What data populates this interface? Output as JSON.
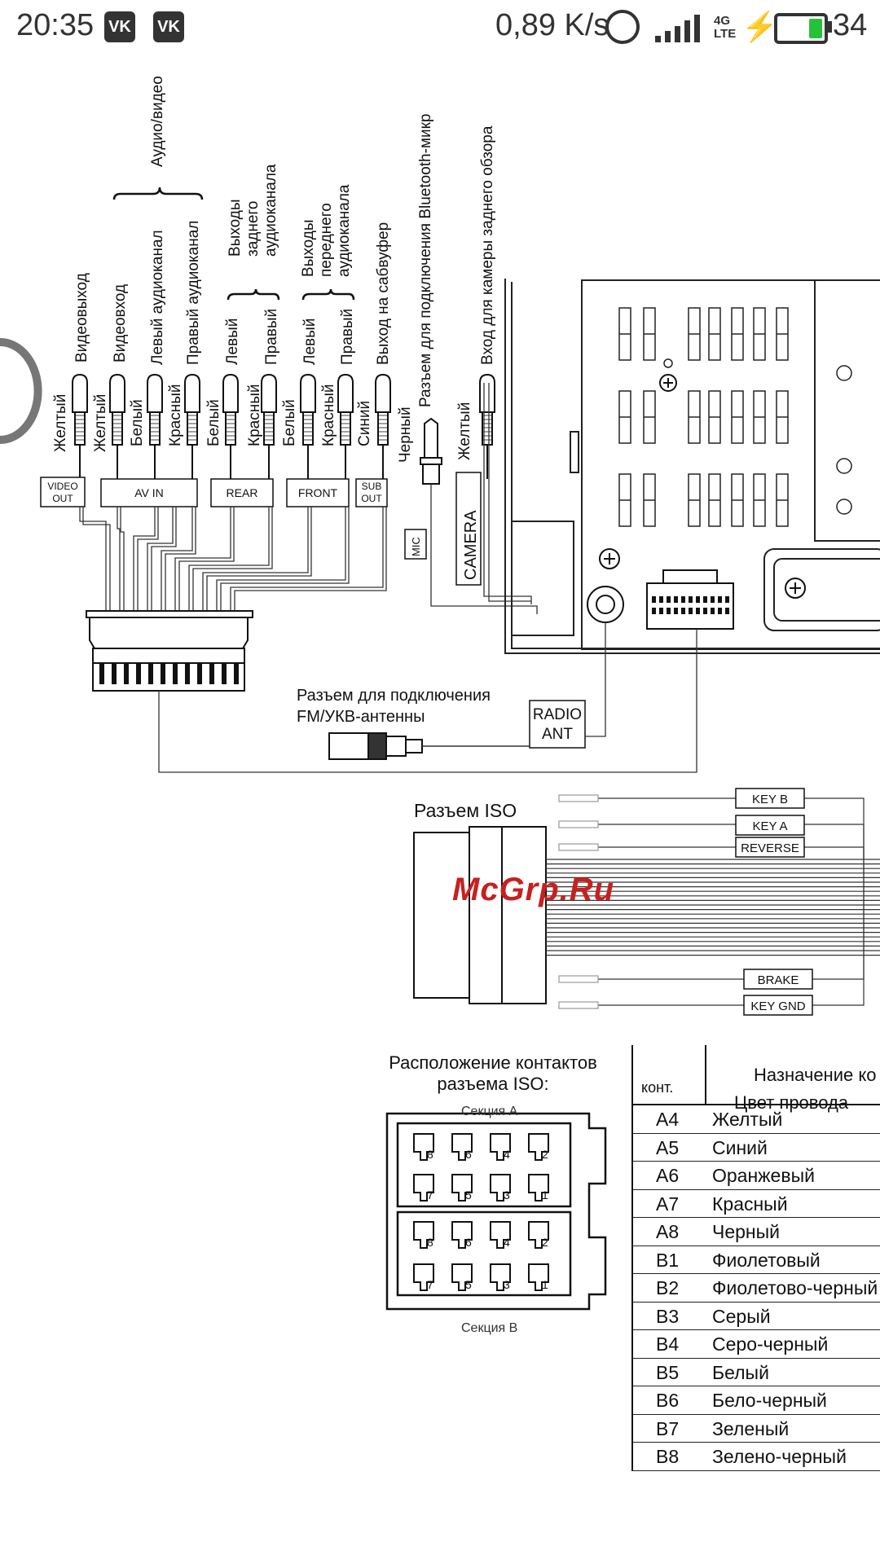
{
  "status_bar": {
    "time": "20:35",
    "apps": [
      "vk",
      "vk"
    ],
    "speed": "0,89 K/s",
    "network": "4G LTE",
    "battery": "34",
    "icons": [
      "vk-icon",
      "alarm-icon",
      "signal-icon",
      "charging-icon",
      "battery-icon"
    ],
    "battery_color": "#27c03b"
  },
  "diagram": {
    "vertical_labels": {
      "yellow1": "Желтый",
      "video_out": "Видеовыход",
      "yellow2": "Желтый",
      "video_in": "Видеовход",
      "white1": "Белый",
      "left_audio": "Левый аудиоканал",
      "red1": "Красный",
      "right_audio": "Правый аудиоканал",
      "audio_video": "Аудио/видео",
      "white2": "Белый",
      "left1": "Левый",
      "red2": "Красный",
      "right1": "Правый",
      "rear_outputs": [
        "Выходы",
        "заднего",
        "аудиоканала"
      ],
      "white3": "Белый",
      "left2": "Левый",
      "red3": "Красный",
      "right2": "Правый",
      "front_outputs": [
        "Выходы",
        "переднего",
        "аудиоканала"
      ],
      "blue": "Синий",
      "sub_out": "Выход на сабвуфер",
      "black": "Черный",
      "bt_mic": "Разъем для подключения Bluetooth-микр",
      "yellow3": "Желтый",
      "camera_in": "Вход для камеры заднего обзора"
    },
    "boxes": {
      "video_out": [
        "VIDEO",
        "OUT"
      ],
      "av_in": "AV  IN",
      "rear": "REAR",
      "front": "FRONT",
      "sub_out": [
        "SUB",
        "OUT"
      ],
      "mic": "MIC",
      "camera": "CAMERA",
      "radio_ant": [
        "RADIO",
        "ANT"
      ]
    },
    "fm_antenna": [
      "Разъем для подключения",
      "FM/УКВ-антенны"
    ],
    "iso_connector": "Разъем ISO",
    "wire_tags": [
      "KEY B",
      "KEY A",
      "REVERSE",
      "BRAKE",
      "KEY GND"
    ],
    "watermark": "McGrp.Ru"
  },
  "iso_layout": {
    "title": [
      "Расположение контактов",
      "разъема ISO:"
    ],
    "section_a": "Секция А",
    "section_b": "Секция В",
    "pins_top": [
      "8",
      "6",
      "4",
      "2"
    ],
    "pins_bottom": [
      "7",
      "5",
      "3",
      "1"
    ]
  },
  "pin_table": {
    "col_contact": "конт.",
    "col_purpose": "Назначение ко",
    "col_color": "Цвет провода",
    "rows": [
      {
        "contact": "A4",
        "color": "Желтый"
      },
      {
        "contact": "A5",
        "color": "Синий"
      },
      {
        "contact": "A6",
        "color": "Оранжевый"
      },
      {
        "contact": "A7",
        "color": "Красный"
      },
      {
        "contact": "A8",
        "color": "Черный"
      },
      {
        "contact": "B1",
        "color": "Фиолетовый"
      },
      {
        "contact": "B2",
        "color": "Фиолетово-черный"
      },
      {
        "contact": "B3",
        "color": "Серый"
      },
      {
        "contact": "B4",
        "color": "Серо-черный"
      },
      {
        "contact": "B5",
        "color": "Белый"
      },
      {
        "contact": "B6",
        "color": "Бело-черный"
      },
      {
        "contact": "B7",
        "color": "Зеленый"
      },
      {
        "contact": "B8",
        "color": "Зелено-черный"
      }
    ]
  }
}
